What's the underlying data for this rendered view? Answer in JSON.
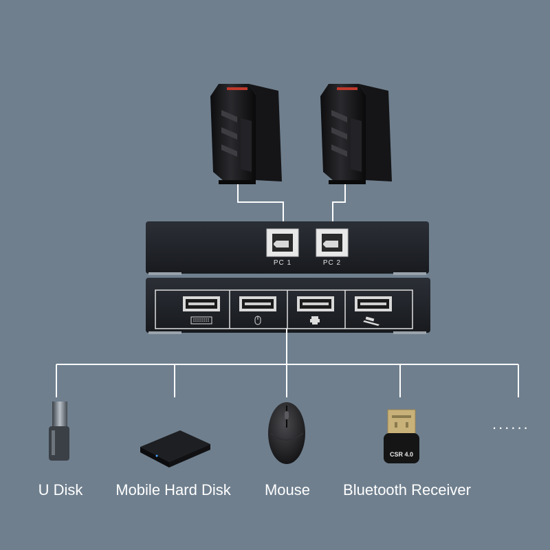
{
  "switch": {
    "ports": [
      {
        "label": "PC 1"
      },
      {
        "label": "PC 2"
      }
    ],
    "usb_ports": [
      {
        "icon": "keyboard-icon"
      },
      {
        "icon": "mouse-icon"
      },
      {
        "icon": "printer-icon"
      },
      {
        "icon": "scanner-icon"
      }
    ]
  },
  "devices": [
    {
      "label": "U Disk"
    },
    {
      "label": "Mobile Hard Disk"
    },
    {
      "label": "Mouse"
    },
    {
      "label": "Bluetooth Receiver"
    }
  ],
  "bluetooth_marking": "CSR 4.0",
  "more_indicator": "......",
  "colors": {
    "background": "#6f7f8e",
    "connector_line": "#ffffff",
    "device_body": "#1c1c1e",
    "accent_red": "#c0392b"
  }
}
